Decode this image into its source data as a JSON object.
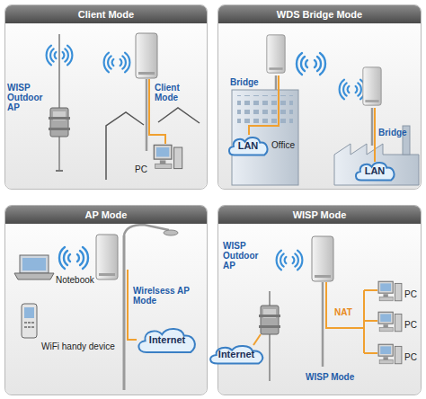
{
  "diagram": {
    "nodes": [
      {
        "text": [
          "Client Mode"
        ]
      },
      {
        "text": [
          "WDS Bridge Mode"
        ]
      },
      {
        "text": [
          "LAN"
        ],
        "in": 1
      },
      {
        "text": [
          "LAN"
        ],
        "in": 1
      },
      {
        "text": [
          "AP Mode"
        ]
      },
      {
        "text": [
          "Internet"
        ],
        "in": 4
      },
      {
        "text": [
          "WISP Mode"
        ]
      },
      {
        "text": [
          "Internet"
        ],
        "in": 6
      }
    ],
    "labels": [
      "WISP Outdoor AP",
      "Client Mode",
      "PC",
      "Bridge",
      "Office",
      "Bridge",
      "Wirelsess AP Mode",
      "Notebook",
      "WiFi handy device",
      "WISP Outdoor AP",
      "NAT",
      "WISP Mode",
      "PC",
      "PC",
      "PC"
    ]
  }
}
